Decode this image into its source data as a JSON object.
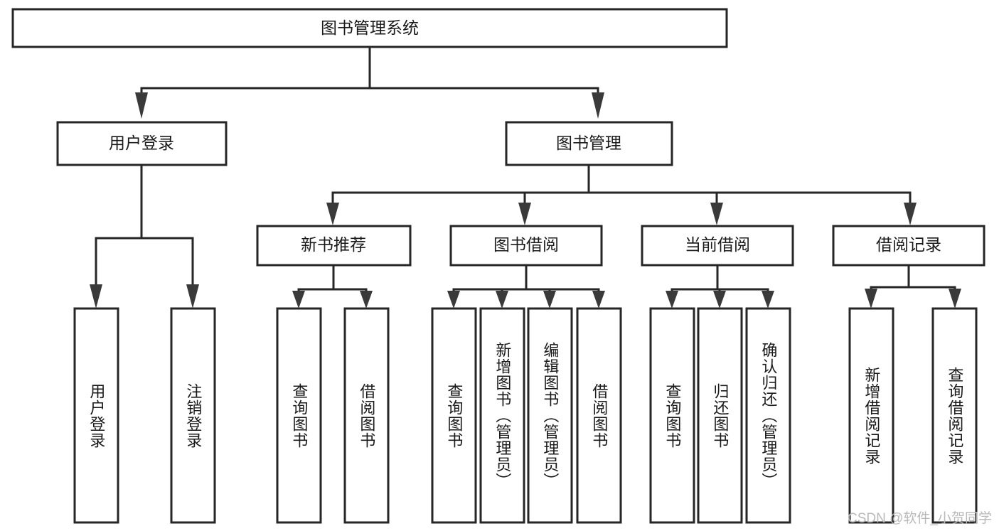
{
  "diagram": {
    "title": "图书管理系统",
    "type": "tree-hierarchy-diagram",
    "colors": {
      "box_stroke": "#262626",
      "box_fill": "#ffffff",
      "connector": "#262626",
      "text": "#1a1a1a",
      "watermark": "#b9b9b9",
      "background": "#ffffff"
    },
    "levels": {
      "root": {
        "label": "图书管理系统"
      },
      "level2": [
        {
          "label": "用户登录"
        },
        {
          "label": "图书管理"
        }
      ],
      "level3": [
        {
          "label": "新书推荐"
        },
        {
          "label": "图书借阅"
        },
        {
          "label": "当前借阅"
        },
        {
          "label": "借阅记录"
        }
      ],
      "leaves": {
        "user_login": [
          {
            "label": "用户登录"
          },
          {
            "label": "注销登录"
          }
        ],
        "new_book_recommend": [
          {
            "label": "查询图书"
          },
          {
            "label": "借阅图书"
          }
        ],
        "book_borrow": [
          {
            "label": "查询图书"
          },
          {
            "label": "新增图书（管理员）"
          },
          {
            "label": "编辑图书（管理员）"
          },
          {
            "label": "借阅图书"
          }
        ],
        "current_borrow": [
          {
            "label": "查询图书"
          },
          {
            "label": "归还图书"
          },
          {
            "label": "确认归还（管理员）"
          }
        ],
        "borrow_record": [
          {
            "label": "新增借阅记录"
          },
          {
            "label": "查询借阅记录"
          }
        ]
      }
    },
    "watermark": "CSDN @软件_小贺同学"
  }
}
